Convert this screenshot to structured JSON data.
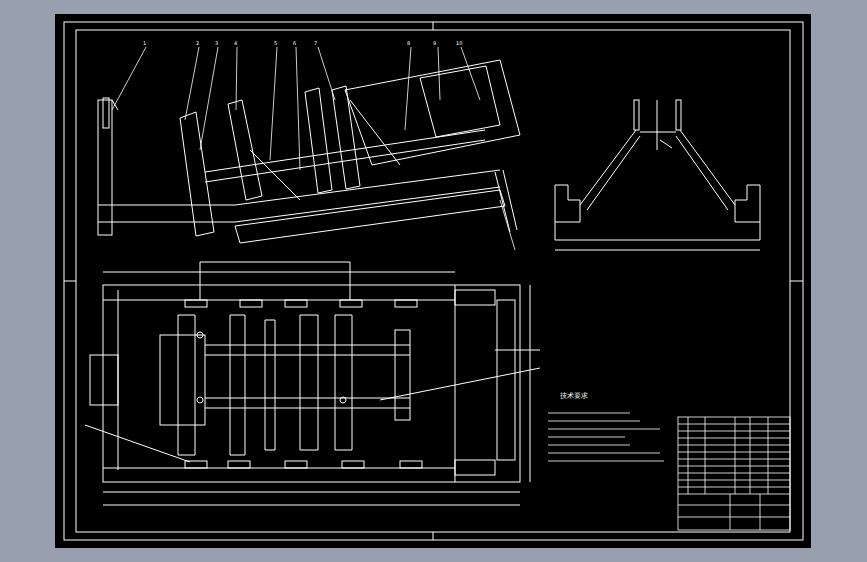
{
  "diagram": {
    "labels": [
      "技术要求",
      "1",
      "2",
      "3",
      "4",
      "5",
      "6",
      "7",
      "8",
      "9",
      "10"
    ]
  }
}
